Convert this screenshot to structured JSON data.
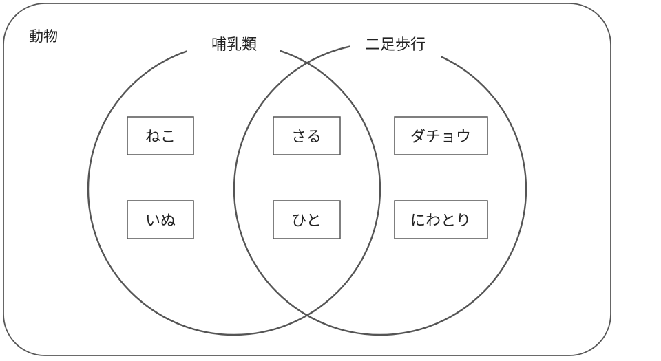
{
  "universe": {
    "label": "動物"
  },
  "sets": {
    "left": {
      "label": "哺乳類"
    },
    "right": {
      "label": "二足歩行"
    }
  },
  "items": {
    "left_only": [
      "ねこ",
      "いぬ"
    ],
    "both": [
      "さる",
      "ひと"
    ],
    "right_only": [
      "ダチョウ",
      "にわとり"
    ]
  },
  "colors": {
    "stroke": "#555555",
    "text": "#222222",
    "background": "#ffffff"
  }
}
